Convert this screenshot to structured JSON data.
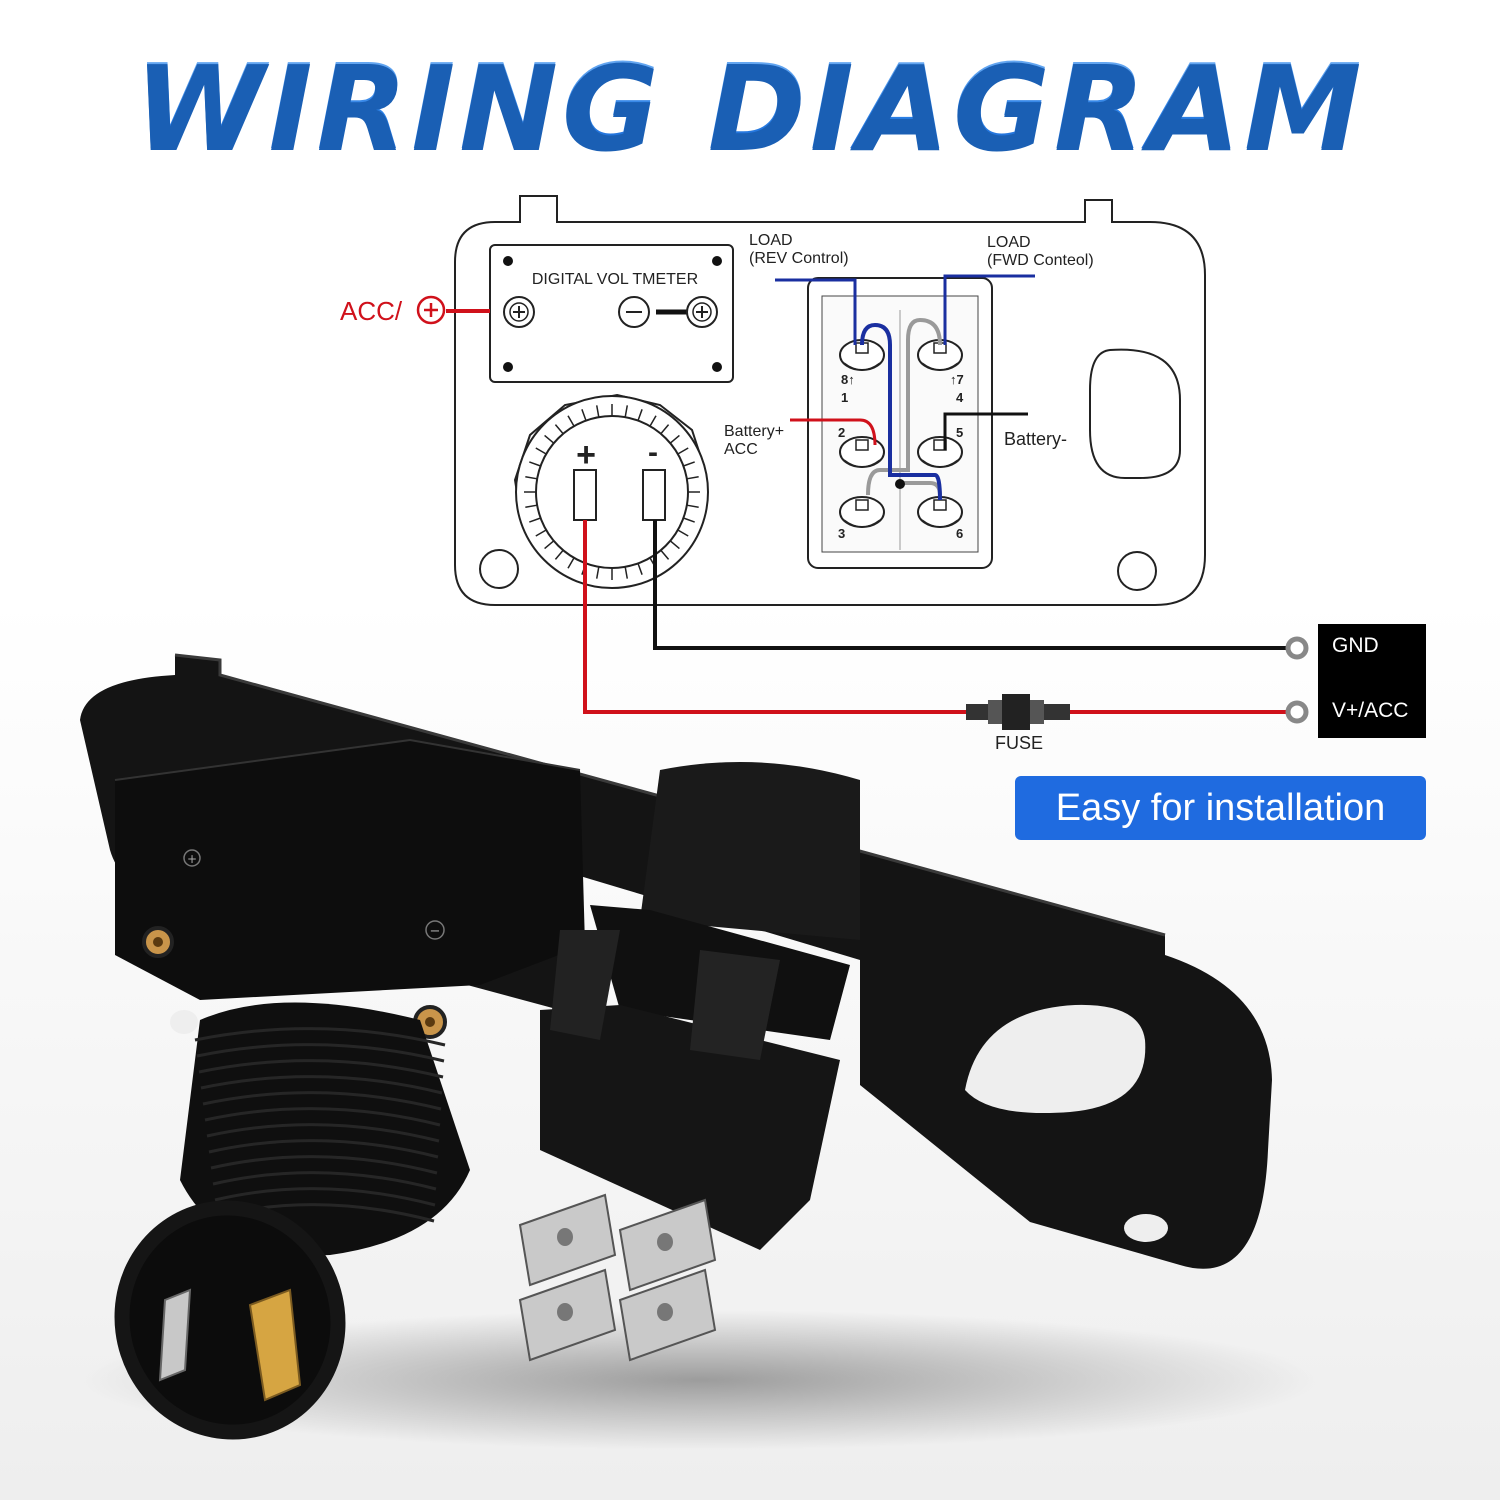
{
  "title": "WIRING DIAGRAM",
  "panel": {
    "voltmeter_label": "DIGITAL VOL TMETER",
    "acc_input_label": "ACC/",
    "socket_plus": "+",
    "socket_minus": "-"
  },
  "switch": {
    "load_rev": "LOAD",
    "load_rev_sub": "(REV Control)",
    "load_fwd": "LOAD",
    "load_fwd_sub": "(FWD Conteol)",
    "battery_plus": "Battery+",
    "battery_plus_sub": "ACC",
    "battery_minus": "Battery-",
    "pins": {
      "p8": "8↑",
      "p1": "1",
      "p7": "↑7",
      "p4": "4",
      "p2": "2",
      "p5": "5",
      "p3": "3",
      "p6": "6"
    }
  },
  "power_source": {
    "gnd_label": "GND",
    "vacc_label": "V+/ACC"
  },
  "fuse_label": "FUSE",
  "badge_text": "Easy for installation",
  "product_marks": {
    "plus": "+",
    "minus": "−"
  },
  "colors": {
    "title_blue": "#2b80e6",
    "wire_red": "#d0111b",
    "wire_black": "#111111",
    "wire_blue": "#1a2fa0",
    "wire_gray": "#9a9a9a",
    "badge_blue": "#1f6be0"
  }
}
